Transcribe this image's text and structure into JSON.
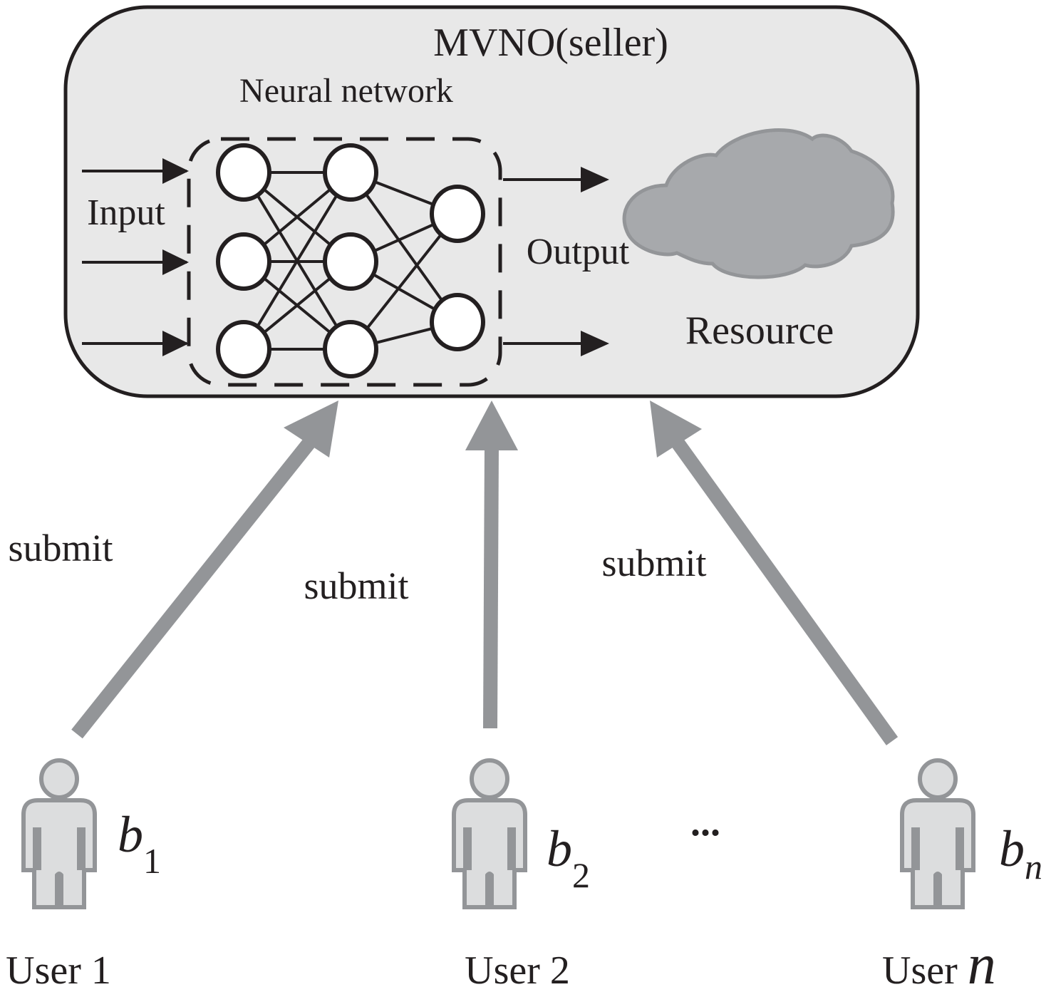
{
  "seller": {
    "title": "MVNO(seller)",
    "network_label": "Neural network",
    "input_label": "Input",
    "output_label": "Output",
    "resource_label": "Resource"
  },
  "network": {
    "layers": [
      3,
      3,
      2
    ]
  },
  "submit_labels": [
    "submit",
    "submit",
    "submit"
  ],
  "users": [
    {
      "name": "User 1",
      "bid_base": "b",
      "bid_sub": "1"
    },
    {
      "name": "User 2",
      "bid_base": "b",
      "bid_sub": "2"
    },
    {
      "name": "User ",
      "name_var": "n",
      "bid_base": "b",
      "bid_sub": "n"
    }
  ],
  "ellipsis": "...",
  "colors": {
    "box_fill": "#e8e8e8",
    "stroke": "#231f20",
    "arrow_gray": "#939598",
    "cloud_fill": "#a7a9ac",
    "cloud_stroke": "#939598",
    "person_fill": "#dcddde",
    "person_stroke": "#939598"
  }
}
